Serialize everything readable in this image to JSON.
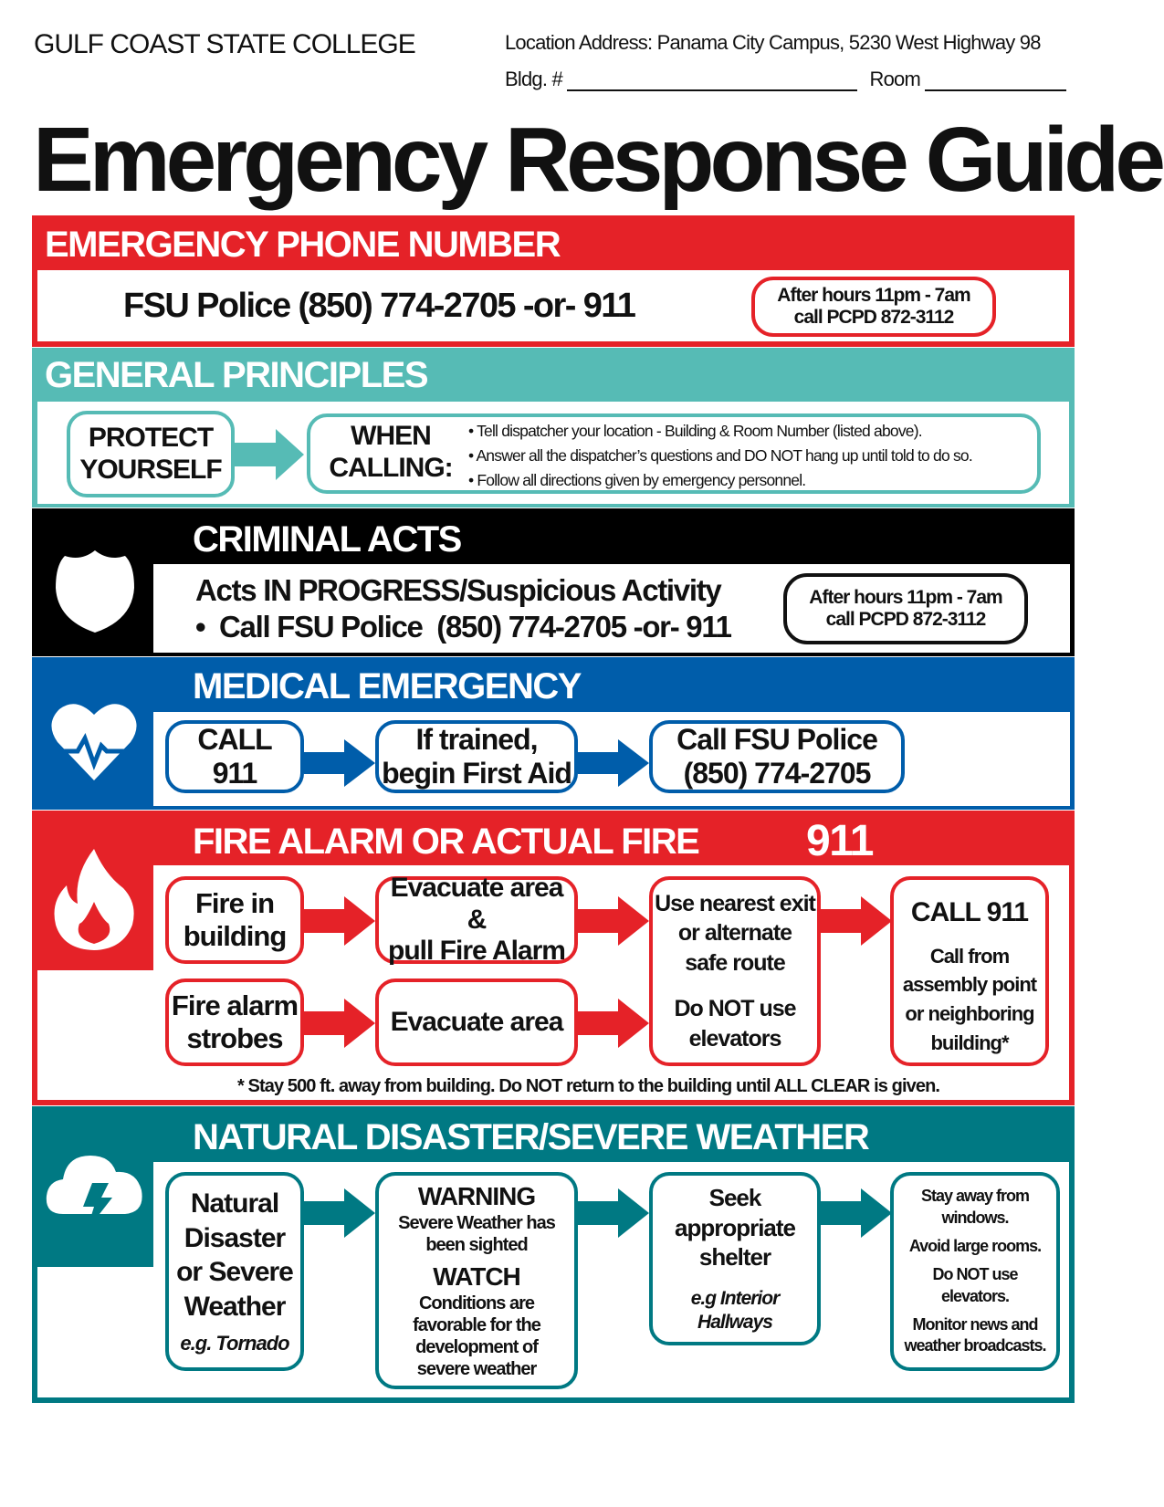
{
  "header": {
    "college": "GULF COAST STATE COLLEGE",
    "address": "Location Address: Panama City Campus, 5230 West Highway 98",
    "bldg_label": "Bldg. #",
    "room_label": "Room"
  },
  "title": "Emergency Response Guide",
  "colors": {
    "red": "#e52228",
    "teal": "#56bbb5",
    "black": "#000000",
    "blue": "#005daa",
    "dark_teal": "#007983"
  },
  "emergency": {
    "heading": "EMERGENCY PHONE NUMBER",
    "phone": "FSU Police (850) 774-2705 -or- 911",
    "after_hours_1": "After hours 11pm - 7am",
    "after_hours_2": "call PCPD 872-3112"
  },
  "principles": {
    "heading": "GENERAL PRINCIPLES",
    "protect_1": "PROTECT",
    "protect_2": "YOURSELF",
    "when_1": "WHEN",
    "when_2": "CALLING:",
    "bullets": [
      "Tell dispatcher your location - Building & Room Number (listed above).",
      "Answer all the dispatcher’s questions and DO NOT hang up until told to do so.",
      "Follow all directions given by emergency personnel."
    ]
  },
  "criminal": {
    "heading": "CRIMINAL ACTS",
    "line1": "Acts IN PROGRESS/Suspicious Activity",
    "line2": "•  Call FSU Police  (850) 774-2705 -or- 911",
    "after_hours_1": "After hours 11pm - 7am",
    "after_hours_2": "call PCPD 872-3112",
    "icon": "police-badge-icon"
  },
  "medical": {
    "heading": "MEDICAL EMERGENCY",
    "icon": "heart-pulse-icon",
    "steps": [
      {
        "l1": "CALL",
        "l2": "911"
      },
      {
        "l1": "If trained,",
        "l2": "begin First Aid"
      },
      {
        "l1": "Call FSU Police",
        "l2": "(850) 774-2705"
      }
    ]
  },
  "fire": {
    "heading": "FIRE ALARM OR ACTUAL FIRE",
    "number": "911",
    "icon": "flame-icon",
    "row1": {
      "a1": "Fire in",
      "a2": "building",
      "b1": "Evacuate area &",
      "b2": "pull Fire Alarm"
    },
    "row2": {
      "a1": "Fire alarm",
      "a2": "strobes",
      "b1": "Evacuate area"
    },
    "exit": {
      "l1": "Use nearest exit",
      "l2": "or alternate",
      "l3": "safe route",
      "l4": "Do NOT use",
      "l5": "elevators"
    },
    "call": {
      "title": "CALL 911",
      "l1": "Call from",
      "l2": "assembly point",
      "l3": "or neighboring",
      "l4": "building*"
    },
    "footnote": "* Stay 500 ft. away from building. Do NOT return to the building until ALL CLEAR is given."
  },
  "natural": {
    "heading": "NATURAL DISASTER/SEVERE WEATHER",
    "icon": "storm-cloud-lightning-icon",
    "box1": {
      "l1": "Natural",
      "l2": "Disaster",
      "l3": "or Severe",
      "l4": "Weather",
      "ex": "e.g. Tornado"
    },
    "box2": {
      "warning": "WARNING",
      "w1": "Severe Weather has",
      "w2": "been sighted",
      "watch": "WATCH",
      "c1": "Conditions are",
      "c2": "favorable for the",
      "c3": "development of",
      "c4": "severe weather"
    },
    "box3": {
      "l1": "Seek",
      "l2": "appropriate",
      "l3": "shelter",
      "ex1": "e.g Interior",
      "ex2": "Hallways"
    },
    "box4": {
      "a1": "Stay away from",
      "a2": "windows.",
      "b": "Avoid large rooms.",
      "c1": "Do NOT use",
      "c2": "elevators.",
      "d1": "Monitor news and",
      "d2": "weather broadcasts."
    }
  }
}
